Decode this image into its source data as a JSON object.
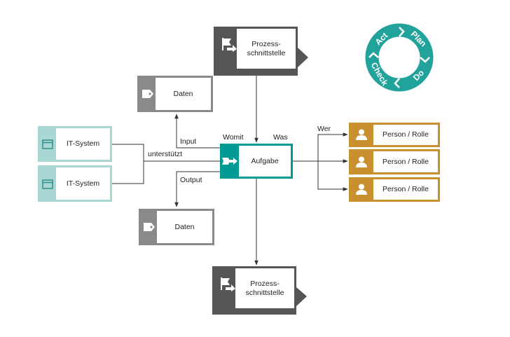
{
  "colors": {
    "interface": "#555555",
    "data": "#8a8a8a",
    "task": "#009a93",
    "it_system": "#a9d8d4",
    "person": "#c8902e",
    "line": "#333333",
    "cycle": "#21a39c"
  },
  "interface_top": {
    "label": "Prozess-\nschnittstelle",
    "icon": "process-interface-icon"
  },
  "interface_bottom": {
    "label": "Prozess-\nschnittstelle",
    "icon": "process-interface-icon"
  },
  "data_top": {
    "label": "Daten",
    "icon": "data-tag-icon"
  },
  "data_bottom": {
    "label": "Daten",
    "icon": "data-tag-icon"
  },
  "task": {
    "label": "Aufgabe",
    "icon": "task-arrow-icon"
  },
  "it_systems": [
    {
      "label": "IT-System",
      "icon": "window-icon"
    },
    {
      "label": "IT-System",
      "icon": "window-icon"
    }
  ],
  "persons": [
    {
      "label": "Person / Rolle",
      "icon": "person-icon"
    },
    {
      "label": "Person / Rolle",
      "icon": "person-icon"
    },
    {
      "label": "Person / Rolle",
      "icon": "person-icon"
    }
  ],
  "connector_labels": {
    "input": "Input",
    "output": "Output",
    "womit": "Womit",
    "was": "Was",
    "wer": "Wer",
    "supports": "unterstützt"
  },
  "pdca": [
    "Plan",
    "Do",
    "Check",
    "Act"
  ]
}
